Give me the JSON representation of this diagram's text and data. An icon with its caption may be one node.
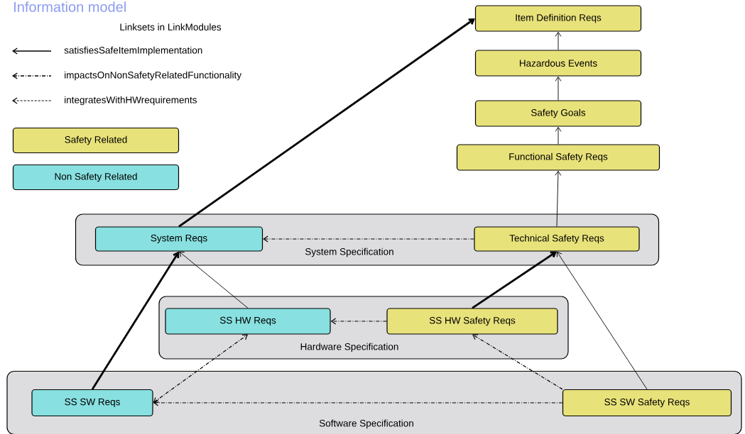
{
  "diagram": {
    "title": "Information model",
    "nodes": [
      {
        "text": [
          "Item Definition Reqs"
        ]
      },
      {
        "text": [
          "Hazardous Events"
        ]
      },
      {
        "text": [
          "Safety Goals"
        ]
      },
      {
        "text": [
          "Functional Safety Reqs"
        ]
      },
      {
        "text": [
          "System Specification"
        ]
      },
      {
        "text": [
          "System Reqs"
        ],
        "in": 4
      },
      {
        "text": [
          "Technical Safety Reqs"
        ],
        "in": 4
      },
      {
        "text": [
          "Hardware Specification"
        ]
      },
      {
        "text": [
          "SS HW Reqs"
        ],
        "in": 7
      },
      {
        "text": [
          "SS HW Safety Reqs"
        ],
        "in": 7
      },
      {
        "text": [
          "Software Specification"
        ]
      },
      {
        "text": [
          "SS SW Reqs"
        ],
        "in": 10
      },
      {
        "text": [
          "SS SW Safety Reqs"
        ],
        "in": 10
      }
    ],
    "edges": [
      {
        "from": 1,
        "to": 0,
        "arrow": "to"
      },
      {
        "from": 2,
        "to": 1,
        "arrow": "to"
      },
      {
        "from": 3,
        "to": 2,
        "arrow": "to"
      },
      {
        "from": 6,
        "to": 3,
        "arrow": "to"
      },
      {
        "from": 5,
        "to": 0,
        "arrow": "to",
        "style": "thick"
      },
      {
        "from": 6,
        "to": 5,
        "arrow": "to",
        "style": "dashed"
      },
      {
        "from": 11,
        "to": 5,
        "arrow": "to",
        "style": "thick"
      },
      {
        "from": 8,
        "to": 5,
        "arrow": "to"
      },
      {
        "from": 9,
        "to": 6,
        "arrow": "to",
        "style": "thick"
      },
      {
        "from": 12,
        "to": 6,
        "arrow": "to"
      },
      {
        "from": 9,
        "to": 8,
        "arrow": "to",
        "style": "dashed"
      },
      {
        "from": 12,
        "to": 11,
        "arrow": "to",
        "style": "dashed"
      },
      {
        "from": 11,
        "to": 8,
        "arrow": "both",
        "style": "dashed"
      },
      {
        "from": 12,
        "to": 9,
        "arrow": "to",
        "style": "dashed"
      }
    ],
    "labels": [
      "Linksets in  LinkModules"
    ],
    "legend": [
      {
        "text": "satisfiesSafeItemImplementation"
      },
      {
        "text": "impactsOnNonSafetyRelatedFunctionality"
      },
      {
        "text": "integratesWithHWrequirements"
      },
      {
        "text": "Safety Related",
        "color": "#e8e27a"
      },
      {
        "text": "Non Safety Related",
        "color": "#88e0e0"
      }
    ]
  }
}
